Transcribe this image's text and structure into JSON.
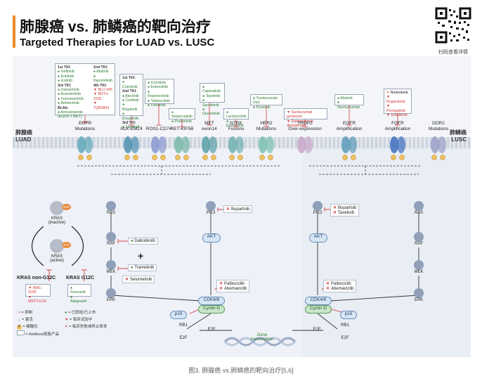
{
  "header": {
    "title_cn": "肺腺癌 vs. 肺鳞癌的靶向治疗",
    "title_en": "Targeted Therapies for LUAD vs. LUSC",
    "qr_label": "扫码查看详情"
  },
  "sides": {
    "left_cn": "肺腺癌",
    "left_en": "LUAD",
    "right_cn": "肺鳞癌",
    "right_en": "LUSC"
  },
  "drug_boxes": {
    "egfr": {
      "col1_h1": "1st TKI:",
      "col1_items1": [
        "Gefitinib",
        "Erlotinib",
        "Icotinib"
      ],
      "col1_h2": "3rd TKI:",
      "col1_items2": [
        "Osimertinib",
        "Aumolertinib",
        "Furmonertinib",
        "Befotertinib"
      ],
      "col1_h3": "Bi-Ab:",
      "col1_items3": [
        "Amivantamab (EGFR × MET)"
      ],
      "col2_h1": "2nd TKI:",
      "col2_items1": [
        "Afatinib",
        "Dacomitinib"
      ],
      "col2_h2": "4th TKI:",
      "col2_items2": [
        "BLU-945",
        "BDTX-1535",
        "TQB3804"
      ]
    },
    "alk": {
      "h1": "1st TKI:",
      "items1": [
        "Crizotinib"
      ],
      "h2": "2nd TKI:",
      "items2": [
        "Alectinib",
        "Ceritinib",
        "Brigatinib",
        "Ensartinib"
      ],
      "h3": "3rd TKI:",
      "items3": [
        "Lorlatinib"
      ]
    },
    "ros1": [
      "Crizotinib",
      "Entrectinib",
      "Repotrectinib",
      "Taletrectinib",
      "Lorlatinib"
    ],
    "ret": [
      "Selpercatinib",
      "Pralsetinib"
    ],
    "met": [
      "Capmatinib",
      "Tepotinib",
      "Savolitinib",
      "Glumetinib"
    ],
    "ntrk": [
      "Larotrectinib",
      "Entrectinib"
    ],
    "her2": [
      "Trastuzumab-Dxd",
      "Pyrotinib"
    ],
    "trop2": [
      "Sacituzumab govitecan",
      "Datopotamab deruxtecan"
    ],
    "egfr_amp": [
      "Afatinib",
      "Necitumumab"
    ],
    "fgfr": {
      "x_item": "Nintedanib",
      "items": [
        "Rogaratinib",
        "Pemigatinib",
        "Erdafitinib"
      ]
    }
  },
  "receptors": [
    "EGFR\nMutations",
    "ALK-EML4",
    "ROS1-CD74",
    "RET-KIF5B",
    "MET\nexon14",
    "NTRK\nFusions",
    "HER2\nMutations",
    "TROP2\nOver-expression",
    "EGFR\nAmplification",
    "FGFR\nAmplification",
    "DDR2\nMutations"
  ],
  "kras": {
    "inactive": "KRAS\n(inactive)",
    "active": "KRAS\n(active)",
    "gdp": "GDP",
    "gtp": "GTP",
    "non_g12c_title": "KRAS non-G12C",
    "non_g12c_items": [
      "RMC-6236",
      "MRTX1133"
    ],
    "g12c_title": "KRAS G12C",
    "g12c_items": [
      "Sotorasib",
      "Adagrasib"
    ]
  },
  "pathway": {
    "ras": "RAS",
    "raf": "RAF",
    "mek": "MEK",
    "erk": "ERK",
    "pik3": "PIK3",
    "akt": "AKT",
    "cdk": "CDK4/6",
    "cyclin": "Cyclin D",
    "p16": "p16",
    "rb1": "RB1",
    "e2f": "E2F",
    "gene": "Gene\ntranscription",
    "plus": "+"
  },
  "inhibitors": {
    "buparlisib": "Buparlisib",
    "taselisib": "Taselisib",
    "dabrafenib": "Dabrafenib",
    "trametinib": "Trametinib",
    "selumetinib": "Selumetinib",
    "palbociclib": "Palbociclib",
    "abemaciclib": "Abemaciclib"
  },
  "legend": {
    "inhibit": "= 抑制",
    "activate": "= 激活",
    "phospho": "= 磷酸化",
    "product": "= AmBeed现售产品",
    "approved": "= 已获批/已上市",
    "clinical": "= 临床试验中",
    "failed": "= 临床失败或终止研发"
  },
  "caption": "图3. 肺腺癌 vs.肺鳞癌的靶向治疗[5,6]",
  "colors": {
    "accent": "#e98a2a",
    "approved": "#2e7d32",
    "failed": "#d23a3a",
    "pathway": "#6a8fb8"
  }
}
